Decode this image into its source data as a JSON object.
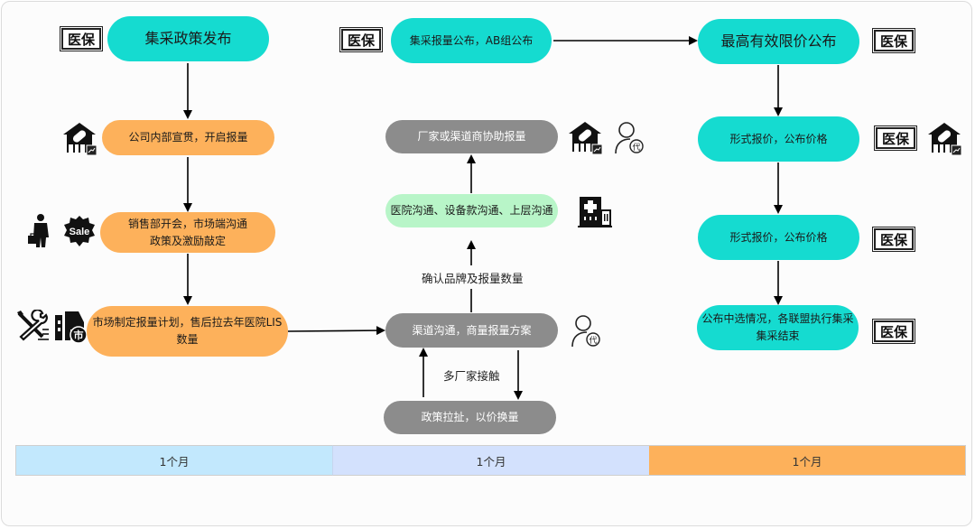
{
  "badges": {
    "medical_insurance": "医保"
  },
  "column1": {
    "nodes": [
      {
        "text": "集采政策发布"
      },
      {
        "text": "公司内部宣贯，开启报量"
      },
      {
        "line1": "销售部开会，市场端沟通",
        "line2": "政策及激励敲定"
      },
      {
        "line1": "市场制定报量计划，售后拉去年医院LIS",
        "line2": "数量"
      }
    ]
  },
  "column2": {
    "nodes": [
      {
        "text": "集采报量公布，AB组公布"
      },
      {
        "text": "厂家或渠道商协助报量"
      },
      {
        "text": "医院沟通、设备款沟通、上层沟通"
      },
      {
        "text": "渠道沟通，商量报量方案"
      },
      {
        "text": "政策拉扯，以价换量"
      }
    ],
    "edge_labels": {
      "confirm": "确认品牌及报量数量",
      "multi_vendor": "多厂家接触"
    }
  },
  "column3": {
    "nodes": [
      {
        "text": "最高有效限价公布"
      },
      {
        "text": "形式报价，公布价格"
      },
      {
        "text": "形式报价，公布价格"
      },
      {
        "line1": "公布中选情况，各联盟执行集采",
        "line2": "集采结束"
      }
    ]
  },
  "timeline": [
    {
      "label": "1个月",
      "color": "#c2e8fd"
    },
    {
      "label": "1个月",
      "color": "#d3e1fd"
    },
    {
      "label": "1个月",
      "color": "#fdb15b"
    }
  ],
  "colors": {
    "teal": "#15dbd0",
    "orange": "#fdb15b",
    "gray": "#8c8c8c",
    "green": "#b8f5c8"
  },
  "icons": {
    "pharma_company": "pharmacy-building-icon",
    "salesman": "businessman-icon",
    "sale_tag": "sale-badge-icon",
    "tools": "wrench-screwdriver-icon",
    "market": "market-building-icon",
    "agent": "agent-person-icon",
    "hospital": "hospital-icon",
    "sale_text": "Sale",
    "market_char": "市",
    "agent_char": "代"
  }
}
